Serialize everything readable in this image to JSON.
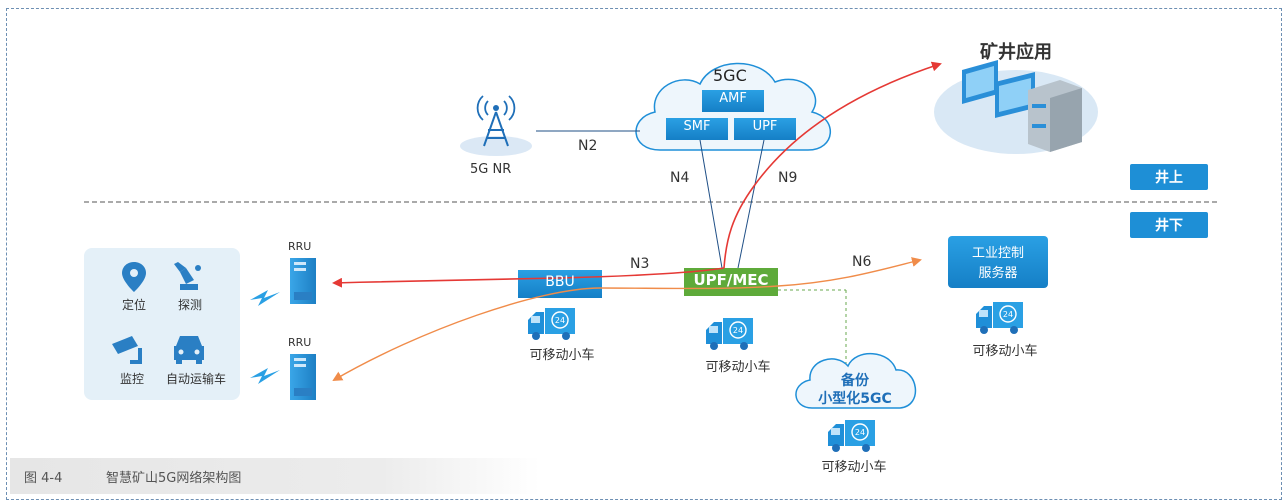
{
  "cloud_5gc": {
    "title": "5GC",
    "amf": "AMF",
    "smf": "SMF",
    "upf": "UPF"
  },
  "nr": {
    "label": "5G NR"
  },
  "interfaces": {
    "n2": "N2",
    "n4": "N4",
    "n9": "N9",
    "n3": "N3",
    "n6": "N6"
  },
  "app": {
    "title": "矿井应用"
  },
  "zones": {
    "above": "井上",
    "below": "井下"
  },
  "terminals": {
    "locate": "定位",
    "detect": "探测",
    "monitor": "监控",
    "transport": "自动运输车"
  },
  "rru": {
    "top": "RRU",
    "bottom": "RRU"
  },
  "bbu": {
    "label": "BBU",
    "vehicle": "可移动小车"
  },
  "upf_mec": {
    "label": "UPF/MEC",
    "vehicle": "可移动小车"
  },
  "backup": {
    "line1": "备份",
    "line2": "小型化5GC",
    "vehicle": "可移动小车"
  },
  "ics": {
    "line1": "工业控制",
    "line2": "服务器",
    "vehicle": "可移动小车"
  },
  "caption": {
    "fig": "图 4-4",
    "title": "智慧矿山5G网络架构图"
  },
  "truck": {
    "badge": "24"
  }
}
